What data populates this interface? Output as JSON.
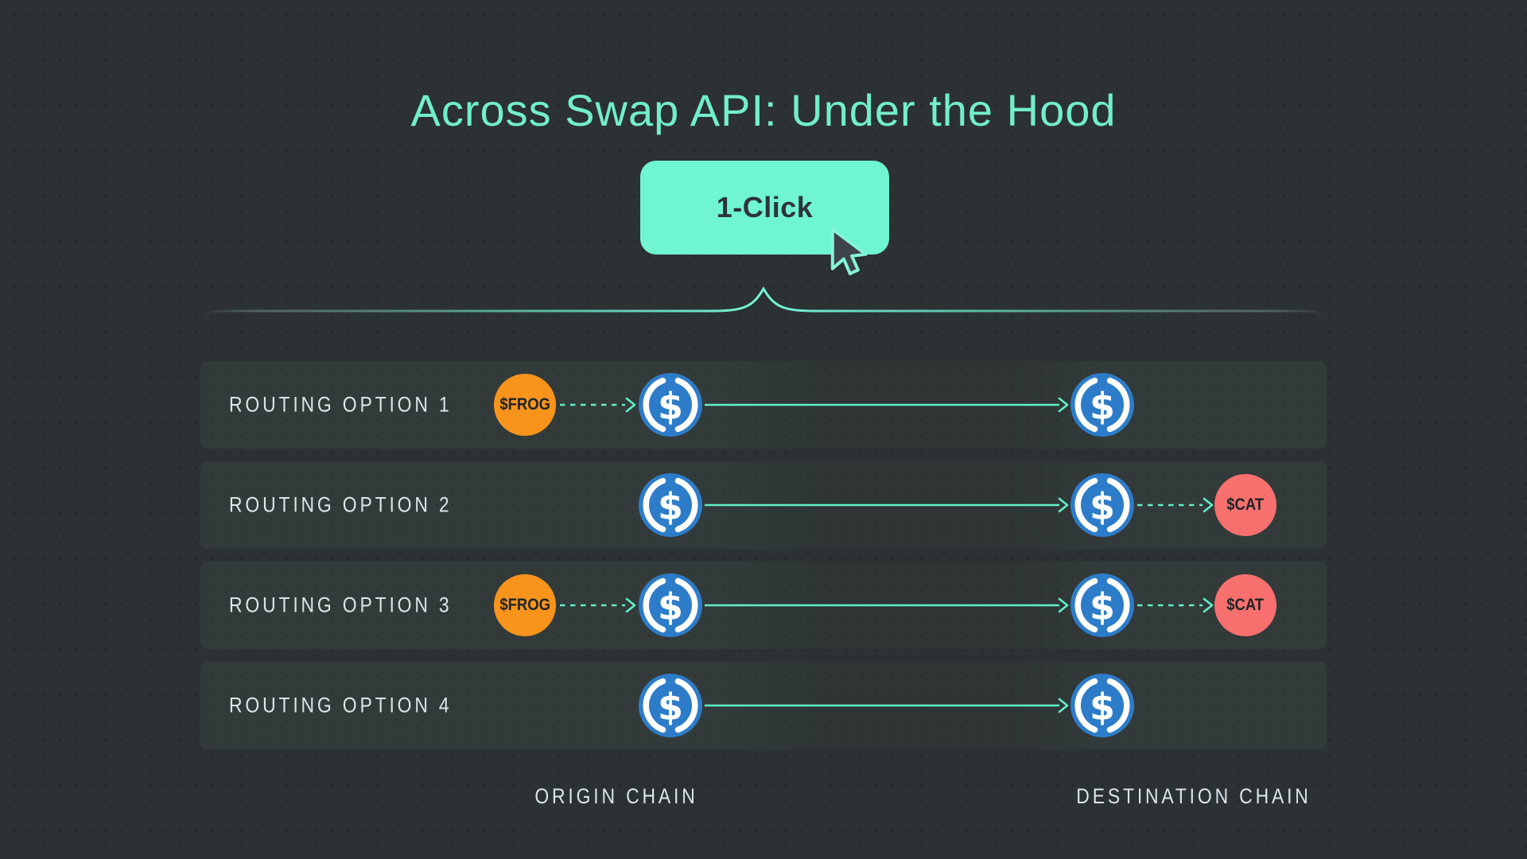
{
  "title": "Across Swap API: Under the Hood",
  "button": {
    "label": "1-Click",
    "icon": "cursor-pointer-icon"
  },
  "rows": [
    {
      "label": "ROUTING OPTION 1",
      "origin_token": "$FROG",
      "origin_swap": true,
      "bridge_token": "USDC",
      "dest_swap": false,
      "dest_token": ""
    },
    {
      "label": "ROUTING OPTION 2",
      "origin_token": "",
      "origin_swap": false,
      "bridge_token": "USDC",
      "dest_swap": true,
      "dest_token": "$CAT"
    },
    {
      "label": "ROUTING OPTION 3",
      "origin_token": "$FROG",
      "origin_swap": true,
      "bridge_token": "USDC",
      "dest_swap": true,
      "dest_token": "$CAT"
    },
    {
      "label": "ROUTING OPTION 4",
      "origin_token": "",
      "origin_swap": false,
      "bridge_token": "USDC",
      "dest_swap": false,
      "dest_token": ""
    }
  ],
  "footer": {
    "origin": "ORIGIN CHAIN",
    "destination": "DESTINATION CHAIN"
  },
  "icons": {
    "usdc": "usdc-icon",
    "pointer": "cursor-pointer-icon",
    "brace": "curly-brace"
  },
  "colors": {
    "background": "#2C3134",
    "panel": "#333B3A",
    "accent": "#6FF5D1",
    "accent_text": "#2E3338",
    "title": "#72EECD",
    "label": "#D9E6EA",
    "arrow": "#5FF0C7",
    "usdc_blue": "#2D7CC9",
    "frog_orange": "#F8941C",
    "cat_coral": "#F8706E",
    "cursor_fill": "#3C4449"
  }
}
